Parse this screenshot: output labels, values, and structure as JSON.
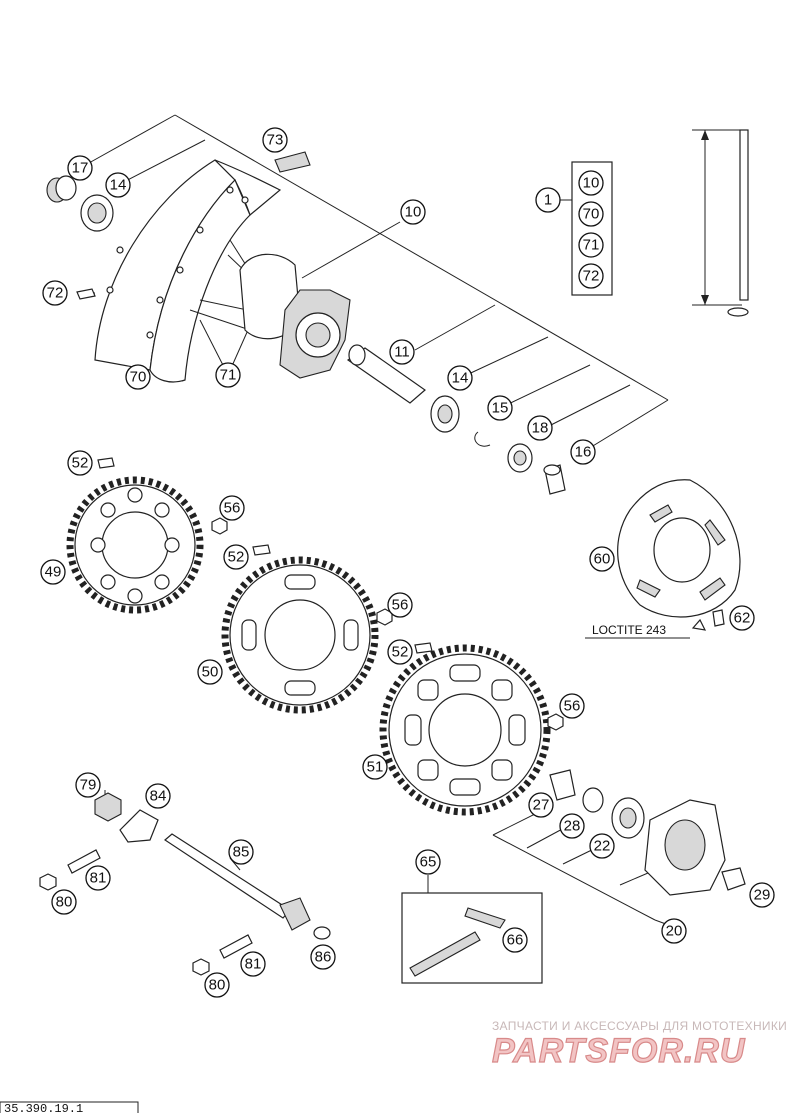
{
  "callouts": {
    "c17": "17",
    "c14a": "14",
    "c73": "73",
    "c10": "10",
    "c1": "1",
    "k10": "10",
    "k70": "70",
    "k71": "71",
    "k72": "72",
    "c72": "72",
    "c70": "70",
    "c71": "71",
    "c11": "11",
    "c14b": "14",
    "c15": "15",
    "c18": "18",
    "c16": "16",
    "c52a": "52",
    "c56a": "56",
    "c49": "49",
    "c52b": "52",
    "c56b": "56",
    "c50": "50",
    "c52c": "52",
    "c56c": "56",
    "c51": "51",
    "c60": "60",
    "c62": "62",
    "c79": "79",
    "c84": "84",
    "c85": "85",
    "c81a": "81",
    "c80a": "80",
    "c81b": "81",
    "c80b": "80",
    "c86": "86",
    "c65": "65",
    "c66": "66",
    "c27": "27",
    "c28": "28",
    "c22": "22",
    "c20": "20",
    "c29": "29"
  },
  "notes": {
    "loctite": "LOCTITE 243"
  },
  "watermark": {
    "caption": "ЗАПЧАСТИ И АКСЕССУАРЫ ДЛЯ МОТОТЕХНИКИ",
    "brand": "PARTSFOR.RU",
    "brand_color": "#d46a6a"
  },
  "footer": {
    "code": "35.390.19.1"
  }
}
